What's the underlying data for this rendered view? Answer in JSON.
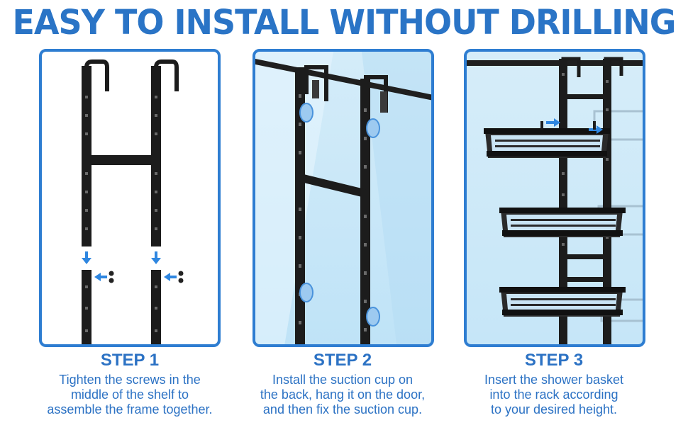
{
  "headline": "EASY TO INSTALL WITHOUT DRILLING",
  "colors": {
    "accent": "#2a74c6",
    "frame": "#1c1c1c",
    "glass": "#c4e5f7"
  },
  "steps": [
    {
      "title": "STEP 1",
      "lines": [
        "Tighten the screws in the",
        "middle of the shelf to",
        "assemble the frame together."
      ]
    },
    {
      "title": "STEP 2",
      "lines": [
        "Install the suction cup on",
        "the back, hang it on the door,",
        "and then fix the suction cup."
      ]
    },
    {
      "title": "STEP 3",
      "lines": [
        "Insert the shower basket",
        "into the rack according",
        "to your desired height."
      ]
    }
  ]
}
